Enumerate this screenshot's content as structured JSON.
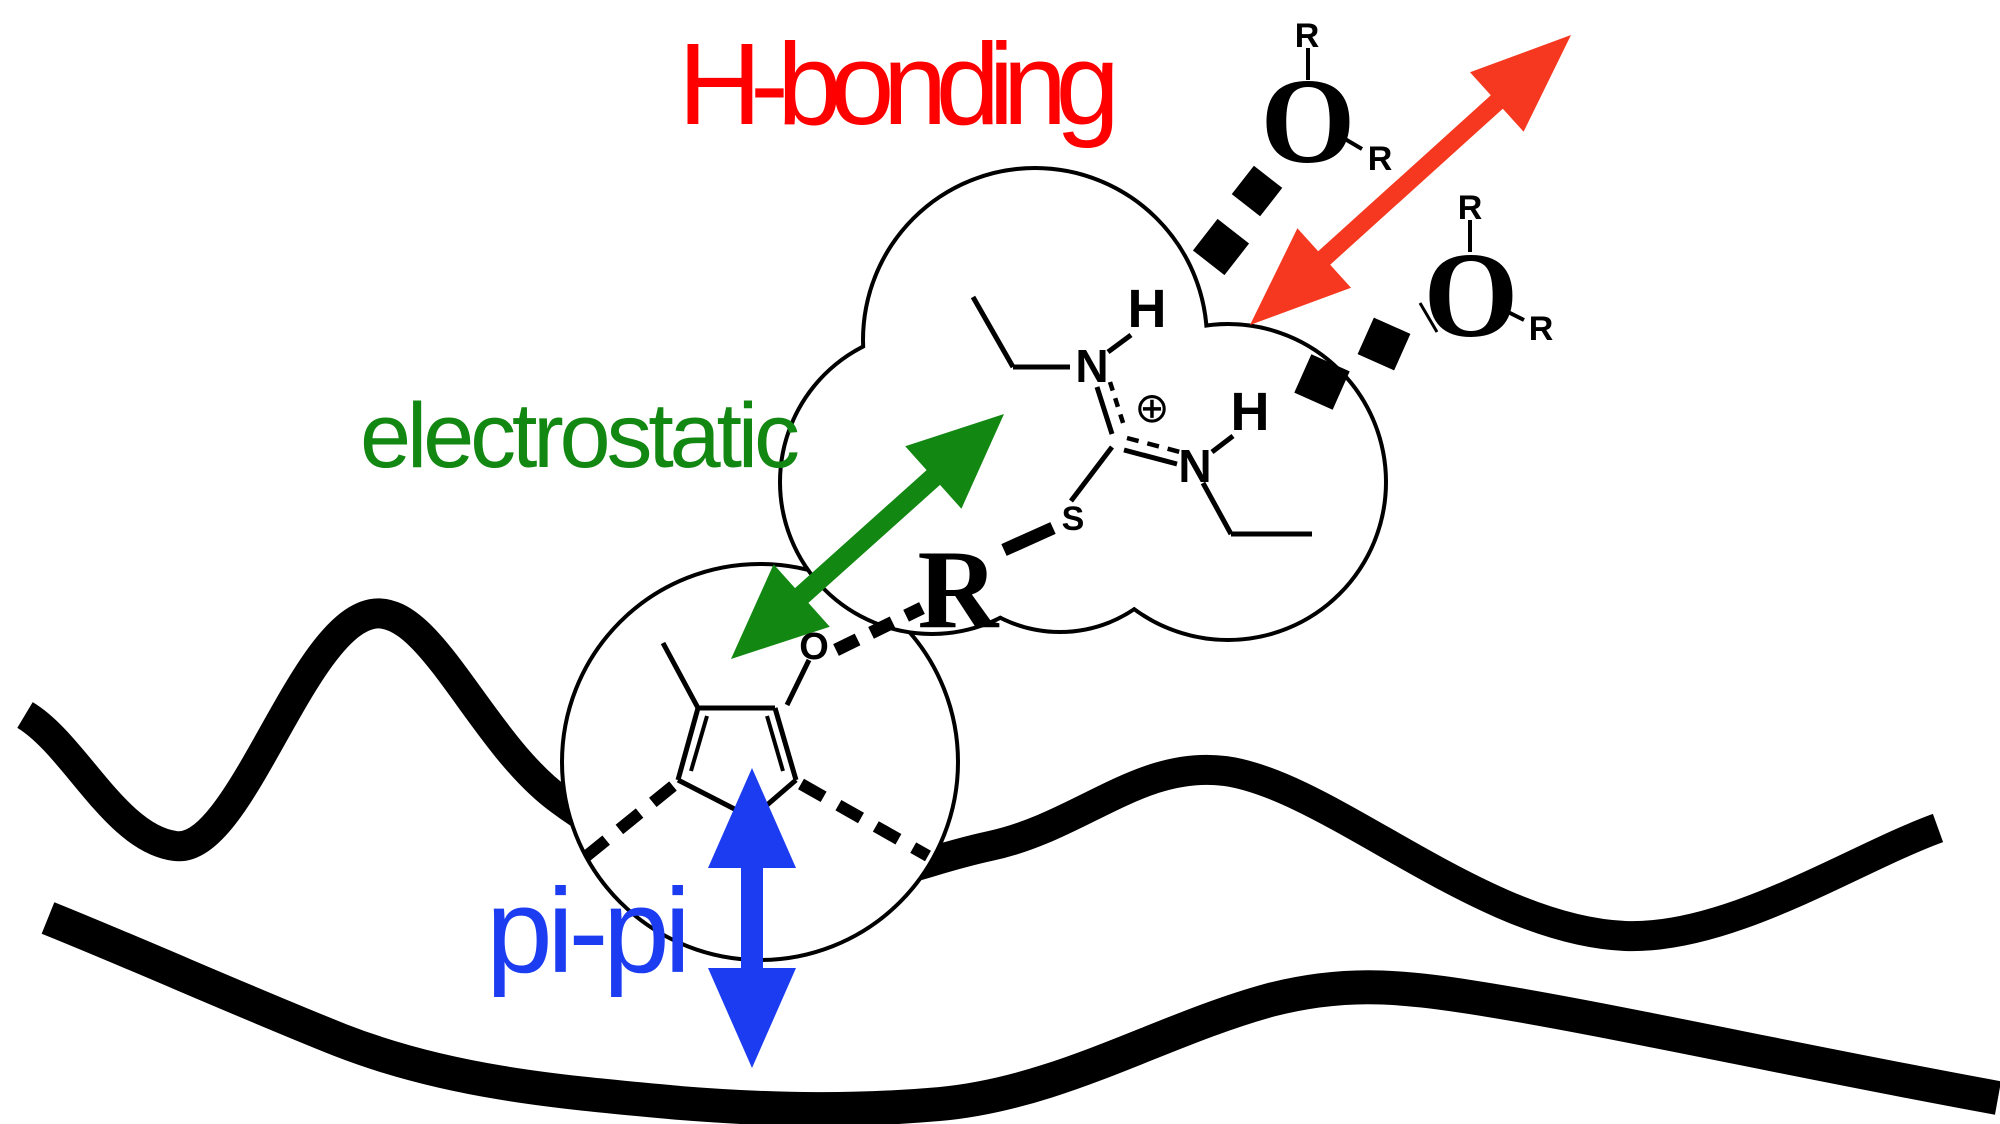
{
  "figure": {
    "labels": {
      "h_bonding": "H-bonding",
      "electrostatic": "electrostatic",
      "pi_pi": "pi-pi"
    },
    "atoms": {
      "nitrogen": "N",
      "hydrogen": "H",
      "sulfur": "S",
      "oxygen": "O",
      "r_group": "R",
      "plus_charge": "⊕"
    },
    "colors": {
      "h_bonding_text": "#fe0000",
      "h_bonding_arrow": "#f5381f",
      "electrostatic_green": "#128712",
      "pi_pi_blue": "#1b3cf0",
      "structure_black": "#000000",
      "background": "#ffffff"
    }
  }
}
